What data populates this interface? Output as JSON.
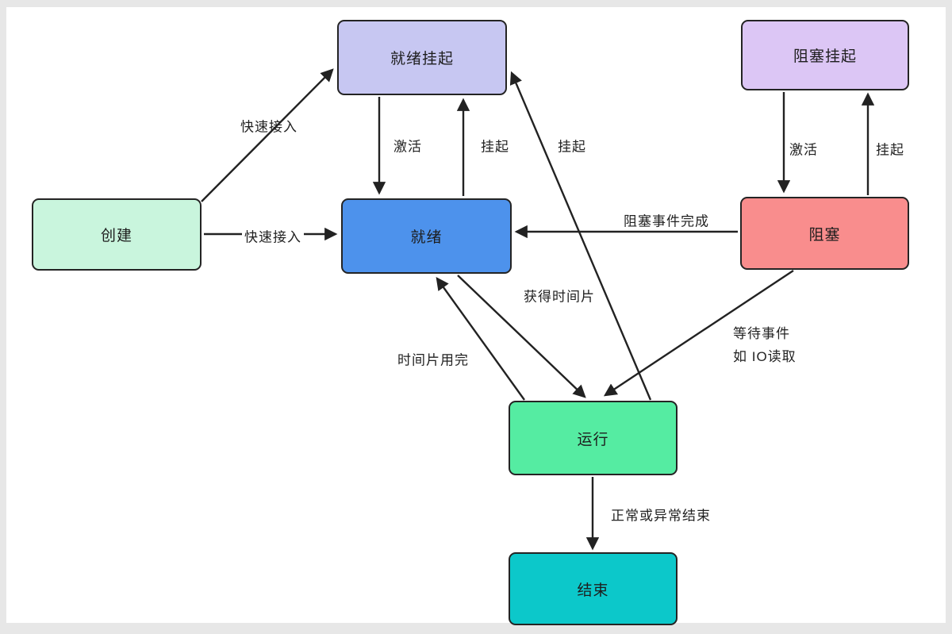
{
  "diagram": {
    "kind": "process-state-diagram",
    "background_color": "#ffffff",
    "frame_color": "#e7e7e7",
    "line_color": "#222222",
    "nodes": {
      "create": {
        "label": "创建",
        "fill": "#c9f5dd"
      },
      "ready_suspended": {
        "label": "就绪挂起",
        "fill": "#c7c7f2"
      },
      "blocked_suspended": {
        "label": "阻塞挂起",
        "fill": "#dcc6f5"
      },
      "ready": {
        "label": "就绪",
        "fill": "#4d92ec"
      },
      "blocked": {
        "label": "阻塞",
        "fill": "#f98d8d"
      },
      "running": {
        "label": "运行",
        "fill": "#55eca2"
      },
      "end": {
        "label": "结束",
        "fill": "#0cc8ca"
      }
    },
    "edges": [
      {
        "from": "创建",
        "to": "就绪挂起",
        "label": "快速接入"
      },
      {
        "from": "创建",
        "to": "就绪",
        "label": "快速接入"
      },
      {
        "from": "就绪挂起",
        "to": "就绪",
        "label": "激活"
      },
      {
        "from": "就绪",
        "to": "就绪挂起",
        "label": "挂起"
      },
      {
        "from": "运行",
        "to": "就绪挂起",
        "label": "挂起"
      },
      {
        "from": "阻塞挂起",
        "to": "阻塞",
        "label": "激活"
      },
      {
        "from": "阻塞",
        "to": "阻塞挂起",
        "label": "挂起"
      },
      {
        "from": "阻塞",
        "to": "就绪",
        "label": "阻塞事件完成"
      },
      {
        "from": "就绪",
        "to": "运行",
        "label": "获得时间片"
      },
      {
        "from": "运行",
        "to": "就绪",
        "label": "时间片用完"
      },
      {
        "from": "阻塞",
        "to": "运行",
        "label": "等待事件",
        "label_line2": "如 IO读取"
      },
      {
        "from": "运行",
        "to": "结束",
        "label": "正常或异常结束"
      }
    ]
  }
}
